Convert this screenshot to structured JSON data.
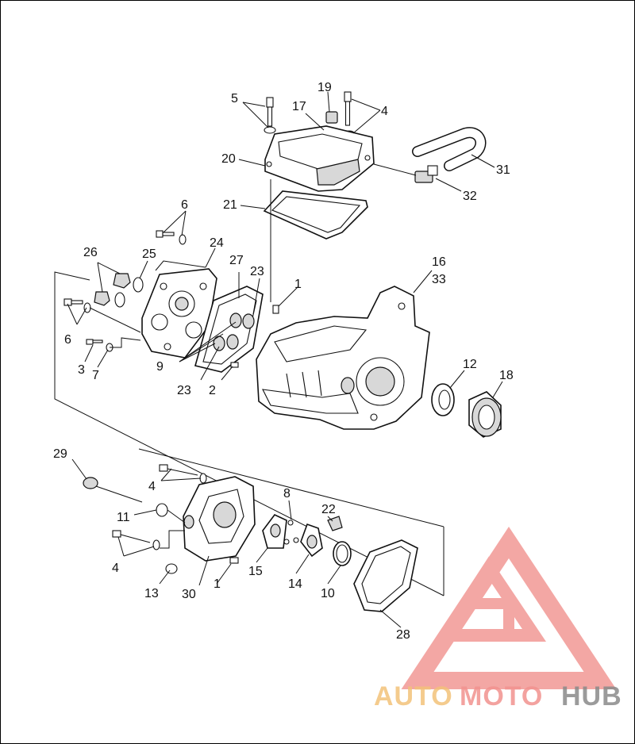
{
  "callouts": [
    {
      "id": "5",
      "label": "5"
    },
    {
      "id": "19",
      "label": "19"
    },
    {
      "id": "17",
      "label": "17"
    },
    {
      "id": "4a",
      "label": "4"
    },
    {
      "id": "20",
      "label": "20"
    },
    {
      "id": "31",
      "label": "31"
    },
    {
      "id": "32",
      "label": "32"
    },
    {
      "id": "21",
      "label": "21"
    },
    {
      "id": "6a",
      "label": "6"
    },
    {
      "id": "24",
      "label": "24"
    },
    {
      "id": "26",
      "label": "26"
    },
    {
      "id": "25",
      "label": "25"
    },
    {
      "id": "27",
      "label": "27"
    },
    {
      "id": "23a",
      "label": "23"
    },
    {
      "id": "16",
      "label": "16"
    },
    {
      "id": "33",
      "label": "33"
    },
    {
      "id": "1a",
      "label": "1"
    },
    {
      "id": "6b",
      "label": "6"
    },
    {
      "id": "9",
      "label": "9"
    },
    {
      "id": "3",
      "label": "3"
    },
    {
      "id": "7",
      "label": "7"
    },
    {
      "id": "23b",
      "label": "23"
    },
    {
      "id": "2",
      "label": "2"
    },
    {
      "id": "12",
      "label": "12"
    },
    {
      "id": "18",
      "label": "18"
    },
    {
      "id": "29",
      "label": "29"
    },
    {
      "id": "4b",
      "label": "4"
    },
    {
      "id": "8",
      "label": "8"
    },
    {
      "id": "22",
      "label": "22"
    },
    {
      "id": "11",
      "label": "11"
    },
    {
      "id": "4c",
      "label": "4"
    },
    {
      "id": "15",
      "label": "15"
    },
    {
      "id": "14",
      "label": "14"
    },
    {
      "id": "10",
      "label": "10"
    },
    {
      "id": "13",
      "label": "13"
    },
    {
      "id": "30",
      "label": "30"
    },
    {
      "id": "1b",
      "label": "1"
    },
    {
      "id": "28",
      "label": "28"
    }
  ],
  "watermark": {
    "part1": "AUTO",
    "part2": "MOTO",
    "part3": "HUB",
    "color_auto": "#f3c27a",
    "color_moto": "#f2928f",
    "color_hub": "#8a8a8a",
    "logo_color": "#f08a86"
  }
}
